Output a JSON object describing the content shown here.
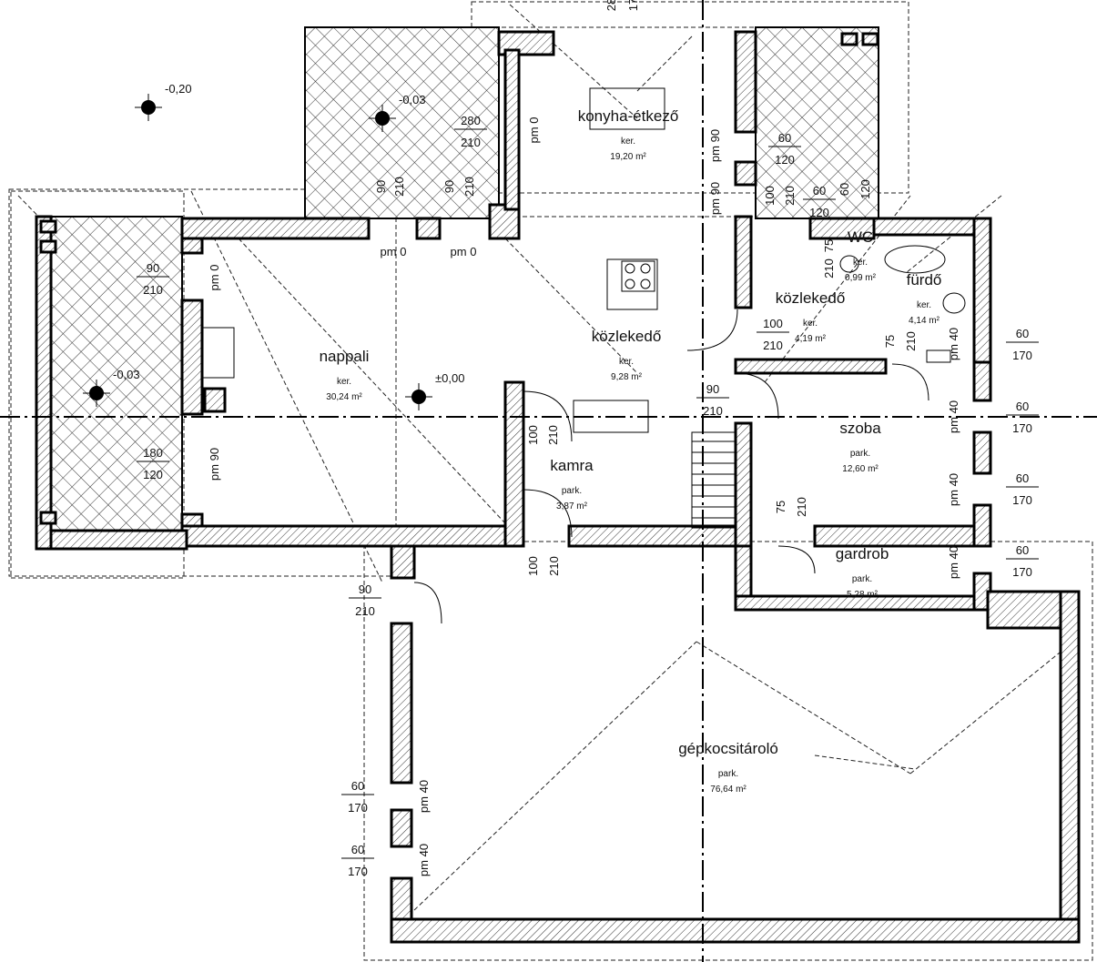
{
  "drawing": {
    "rooms": [
      {
        "name": "konyha-étkező",
        "floor": "ker.",
        "area": "19,20 m²"
      },
      {
        "name": "nappali",
        "floor": "ker.",
        "area": "30,24 m²"
      },
      {
        "name": "közlekedő",
        "floor": "ker.",
        "area": "9,28 m²"
      },
      {
        "name": "közlekedő",
        "floor": "ker.",
        "area": "4,19 m²"
      },
      {
        "name": "WC",
        "floor": "ker.",
        "area": "0,99 m²"
      },
      {
        "name": "fürdő",
        "floor": "ker.",
        "area": "4,14 m²"
      },
      {
        "name": "szoba",
        "floor": "park.",
        "area": "12,60 m²"
      },
      {
        "name": "kamra",
        "floor": "park.",
        "area": "3,87 m²"
      },
      {
        "name": "gardrob",
        "floor": "park.",
        "area": "5,28 m²"
      },
      {
        "name": "gépkocsitároló",
        "floor": "park.",
        "area": "76,64 m²"
      }
    ],
    "levels": [
      "-0,20",
      "-0,03",
      "-0,03",
      "±0,00"
    ],
    "dimensions": [
      "280",
      "210",
      "90",
      "210",
      "180",
      "120",
      "60",
      "120",
      "60",
      "120",
      "100",
      "210",
      "90",
      "210",
      "60",
      "170",
      "60",
      "170",
      "60",
      "170",
      "60",
      "170",
      "90",
      "210",
      "60",
      "170",
      "60",
      "170"
    ],
    "vertical_dimensions": [
      "90",
      "210",
      "90",
      "210",
      "pm 0",
      "pm 0",
      "pm 90",
      "pm 90",
      "pm 90",
      "100",
      "210",
      "60",
      "120",
      "100",
      "210",
      "100",
      "210",
      "75",
      "210",
      "75",
      "210",
      "pm 40",
      "pm 40",
      "pm 40",
      "pm 40",
      "pm 40",
      "pm 40",
      "28",
      "17",
      "75",
      "210"
    ],
    "horizontal_marks": [
      "pm 0",
      "pm 0"
    ]
  }
}
